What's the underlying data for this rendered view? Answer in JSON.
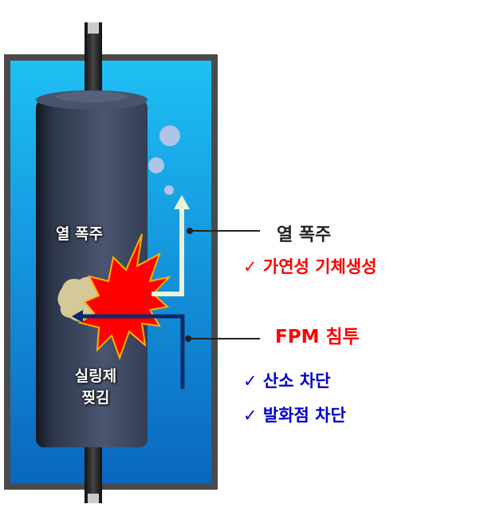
{
  "diagram": {
    "inner_label_top": "열 폭주",
    "inner_label_bottom_line1": "실링제",
    "inner_label_bottom_line2": "찢김",
    "callout_1_title": "열 폭주",
    "callout_1_items": [
      "✓ 가연성 기체생성"
    ],
    "callout_2_title": "FPM 침투",
    "callout_2_items": [
      "✓ 산소 차단",
      "✓ 발화점 차단"
    ]
  },
  "colors": {
    "red": "#ff0000",
    "blue": "#0000cc",
    "fluid": "#1294dc",
    "cylinder": "#3e4a63"
  }
}
